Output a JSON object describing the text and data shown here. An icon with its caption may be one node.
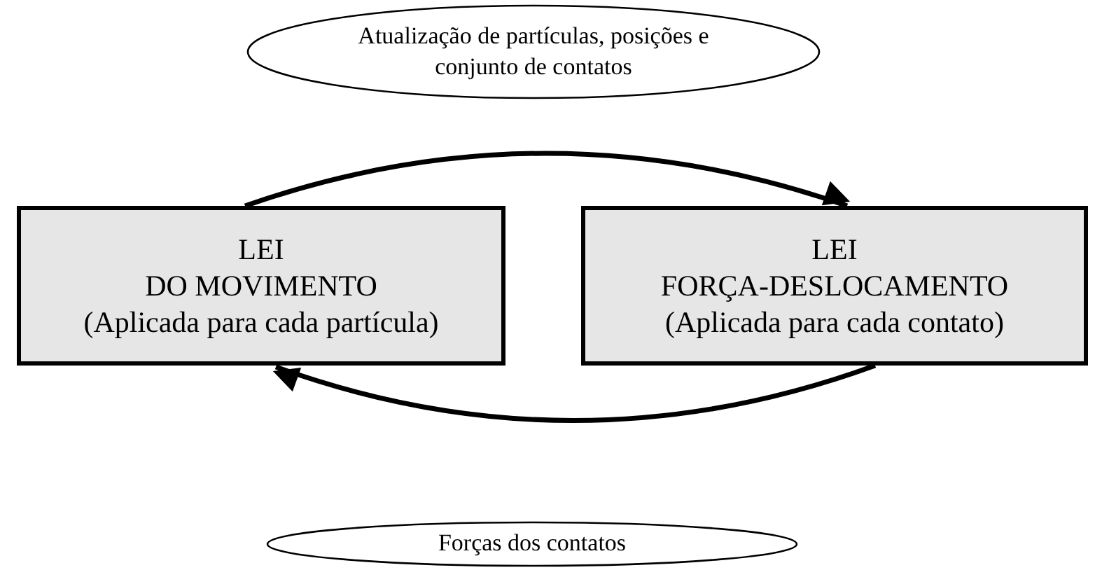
{
  "diagram": {
    "nodes": [
      {
        "text": [
          "Atualização de partículas, posições e conjunto de contatos"
        ]
      },
      {
        "text": [
          "LEI",
          "DO MOVIMENTO",
          "(Aplicada para cada partícula)"
        ]
      },
      {
        "text": [
          "LEI",
          "FORÇA-DESLOCAMENTO",
          "(Aplicada para cada contato)"
        ]
      },
      {
        "text": [
          "Forças dos contatos"
        ]
      }
    ],
    "edges": [
      {
        "from": 1,
        "to": 2,
        "arrow": "to"
      },
      {
        "from": 2,
        "to": 1,
        "arrow": "to"
      }
    ]
  }
}
